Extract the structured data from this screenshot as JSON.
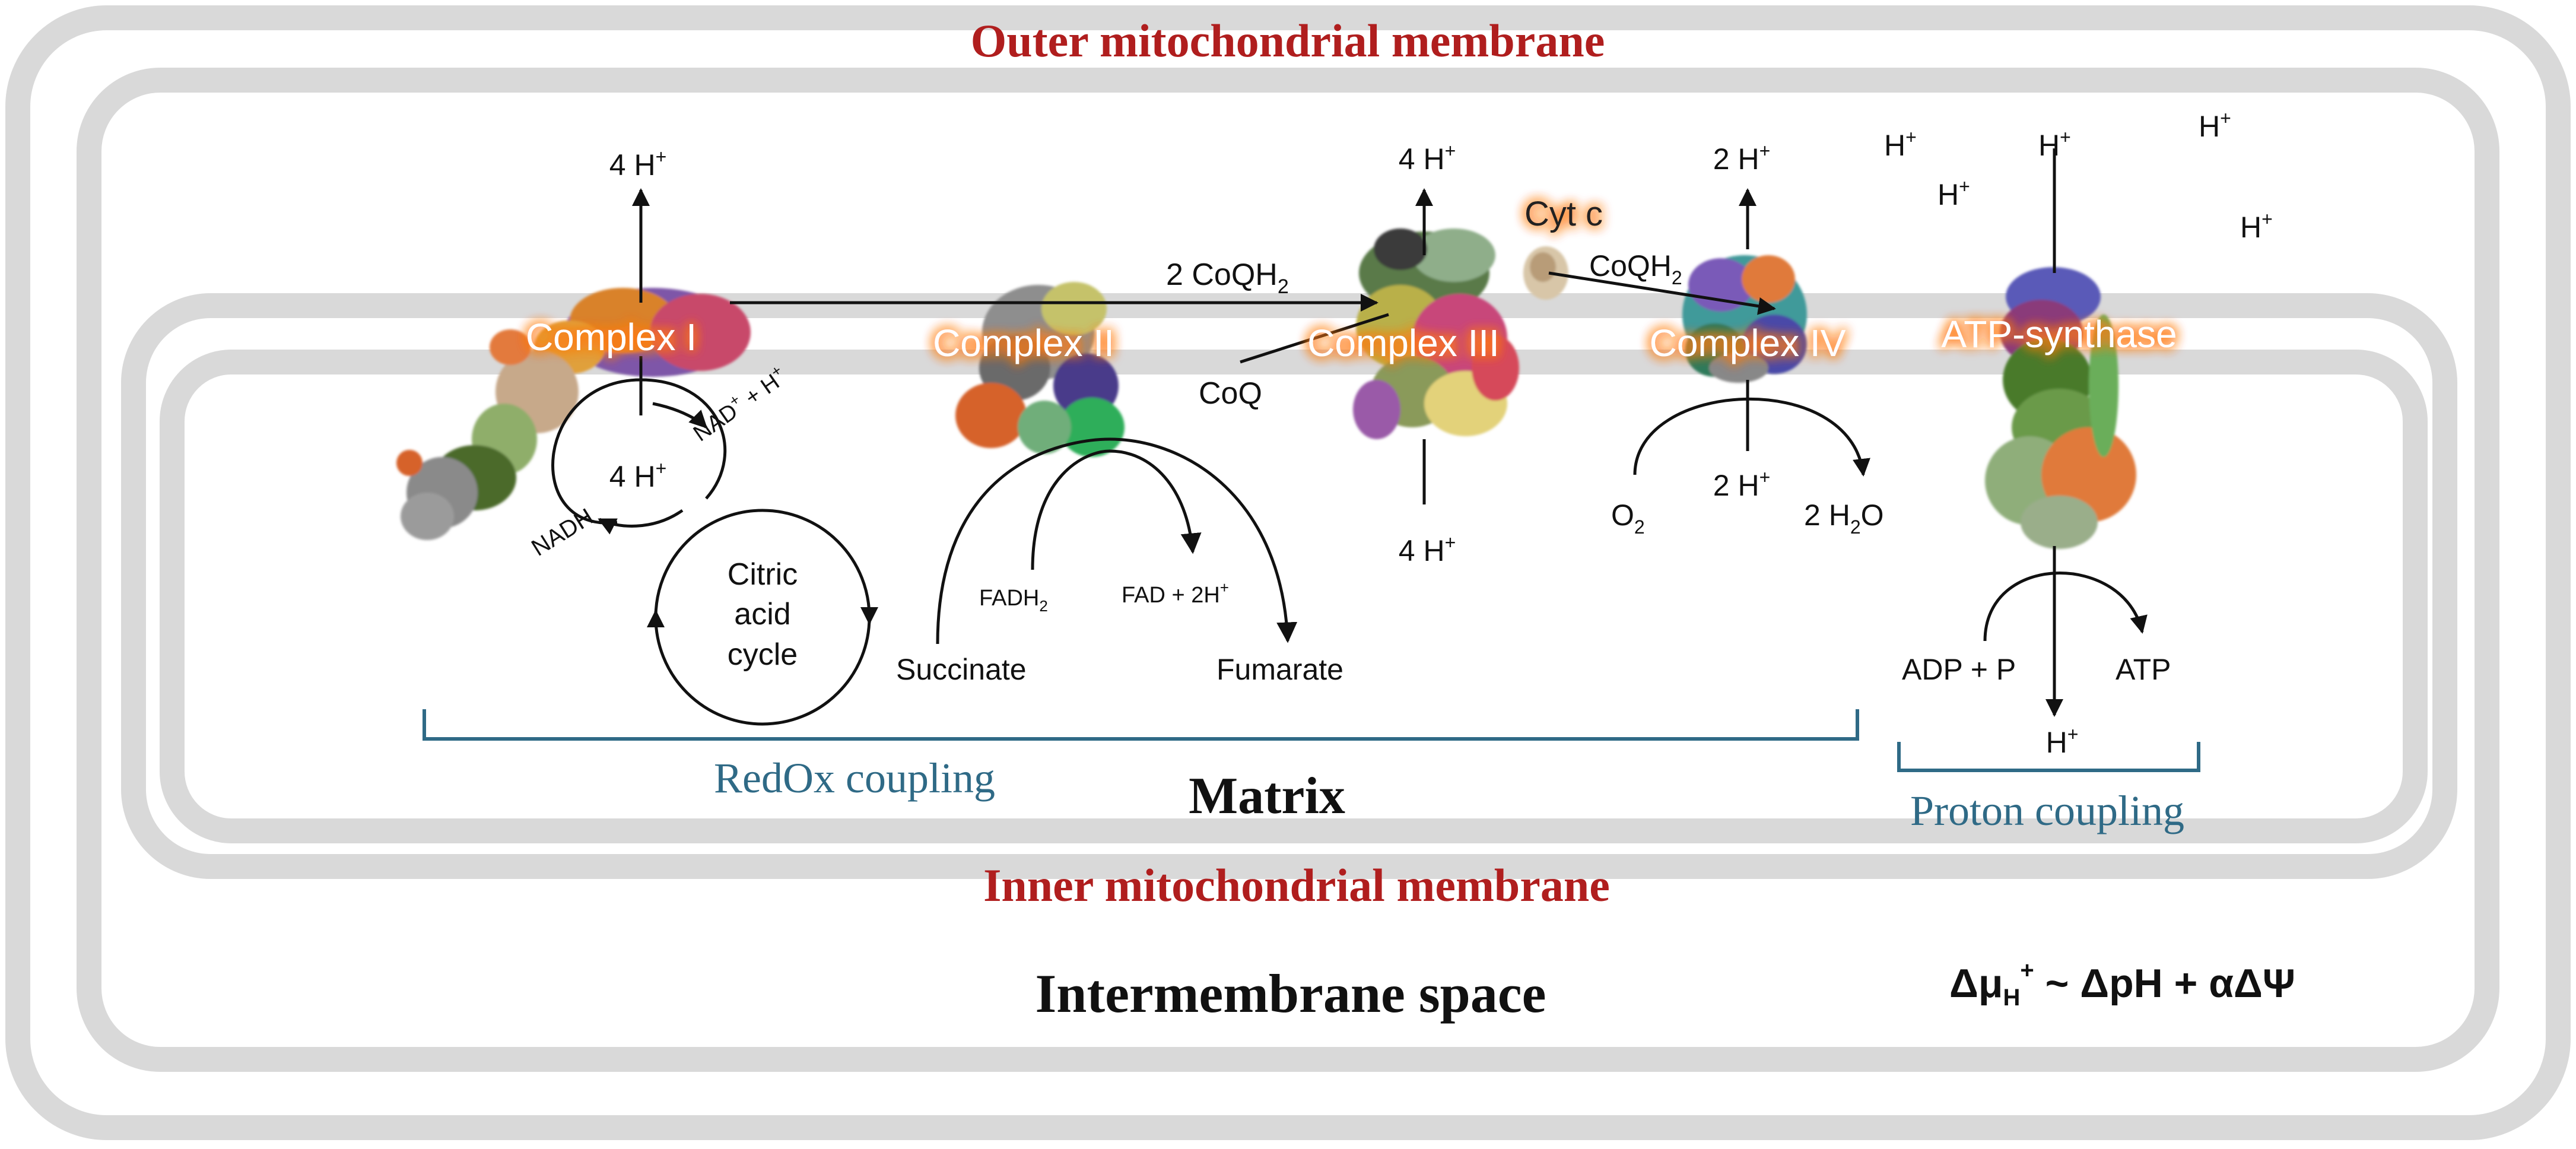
{
  "title_top": "Outer mitochondrial membrane",
  "inner_membrane_label": "Inner mitochondrial membrane",
  "matrix_label": "Matrix",
  "intermembrane_label": "Intermembrane space",
  "equation": "Δμ_H^+ ~ ΔpH + αΔΨ",
  "equation_parts": {
    "lead": "Δμ",
    "sub": "H",
    "sup": "+",
    "rest": " ~ ΔpH + αΔΨ"
  },
  "complexes": {
    "c1": "Complex I",
    "c2": "Complex II",
    "c3": "Complex III",
    "c4": "Complex IV",
    "atp": "ATP-synthase",
    "cytc": "Cyt c"
  },
  "protons": {
    "c1_out": {
      "n": "4 H",
      "sup": "+"
    },
    "c1_in": {
      "n": "4 H",
      "sup": "+"
    },
    "c3_out": {
      "n": "4 H",
      "sup": "+"
    },
    "c3_in": {
      "n": "4 H",
      "sup": "+"
    },
    "c4_out": {
      "n": "2 H",
      "sup": "+"
    },
    "c4_in": {
      "n": "2 H",
      "sup": "+"
    },
    "h1": {
      "n": "H",
      "sup": "+"
    },
    "h2": {
      "n": "H",
      "sup": "+"
    },
    "h3": {
      "n": "H",
      "sup": "+"
    },
    "h4": {
      "n": "H",
      "sup": "+"
    },
    "h5": {
      "n": "H",
      "sup": "+"
    },
    "atp_in": {
      "n": "H",
      "sup": "+"
    }
  },
  "labels": {
    "coqh2_2": {
      "main": "2 CoQH",
      "sub": "2"
    },
    "coqh2": {
      "main": "CoQH",
      "sub": "2"
    },
    "coq": "CoQ",
    "nadh": "NADH",
    "nad": {
      "main": "NAD",
      "sup": "+",
      "tail": " + H",
      "sup2": "+"
    },
    "cycle_l1": "Citric",
    "cycle_l2": "acid",
    "cycle_l3": "cycle",
    "fadh2": {
      "main": "FADH",
      "sub": "2"
    },
    "fad": {
      "main": "FAD + 2H",
      "sup": "+"
    },
    "succinate": "Succinate",
    "fumarate": "Fumarate",
    "o2": {
      "main": "O",
      "sub": "2"
    },
    "h2o": {
      "lead": "2 H",
      "sub": "2",
      "tail": "O"
    },
    "adp": "ADP + P",
    "atp": "ATP"
  },
  "brackets": {
    "redox": "RedOx coupling",
    "proton": "Proton coupling"
  },
  "colors": {
    "membrane": "#d9d9d9",
    "title_red": "#b01e1e",
    "bracket_blue": "#2f6a86",
    "glow_orange": "#ff7a1a",
    "arrow": "#111111"
  }
}
